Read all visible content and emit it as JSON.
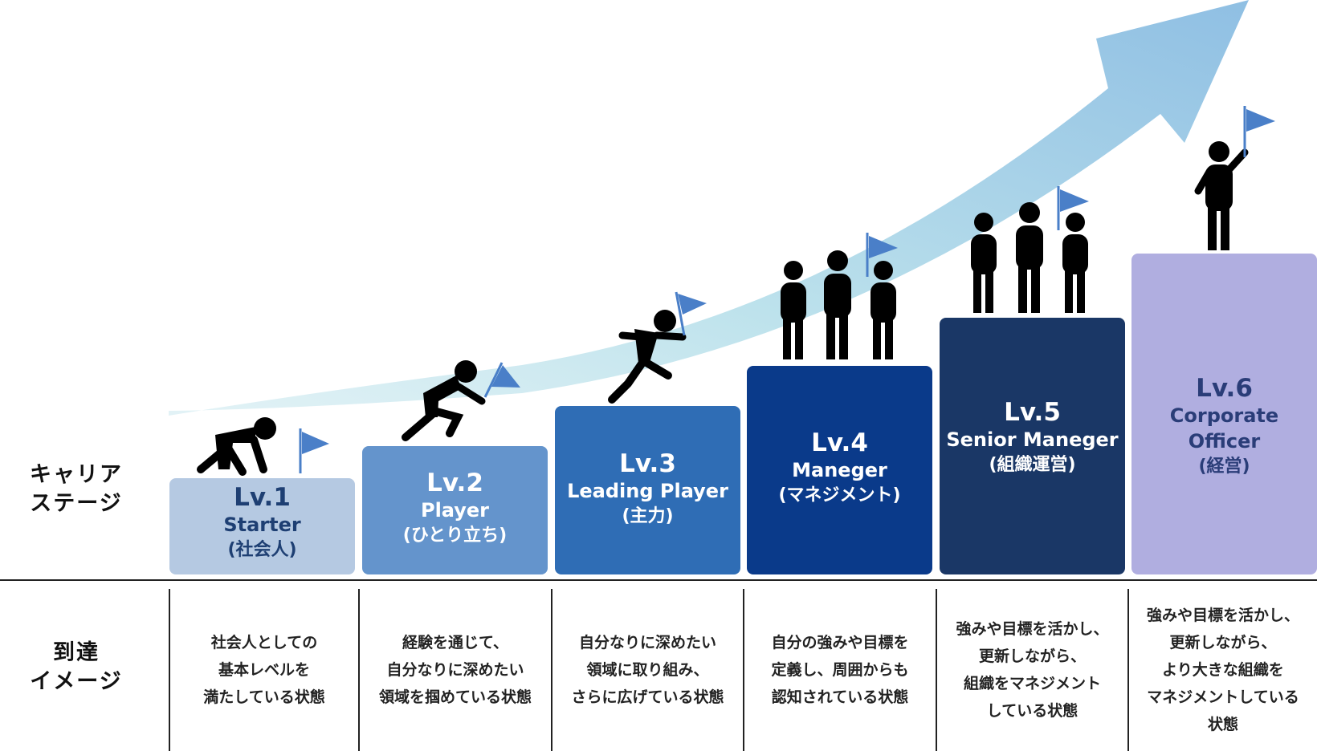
{
  "row_labels": {
    "career_stage": [
      "キャリア",
      "ステージ"
    ],
    "achievement_image": [
      "到達",
      "イメージ"
    ]
  },
  "levels": [
    {
      "lv": "Lv.1",
      "en": "Starter",
      "jp": "(社会人)",
      "desc": [
        "社会人としての",
        "基本レベルを",
        "満たしている状態"
      ]
    },
    {
      "lv": "Lv.2",
      "en": "Player",
      "jp": "(ひとり立ち)",
      "desc": [
        "経験を通じて、",
        "自分なりに深めたい",
        "領域を掴めている状態"
      ]
    },
    {
      "lv": "Lv.3",
      "en": "Leading Player",
      "jp": "(主力)",
      "desc": [
        "自分なりに深めたい",
        "領域に取り組み、",
        "さらに広げている状態"
      ]
    },
    {
      "lv": "Lv.4",
      "en": "Maneger",
      "jp": "(マネジメント)",
      "desc": [
        "自分の強みや目標を",
        "定義し、周囲からも",
        "認知されている状態"
      ]
    },
    {
      "lv": "Lv.5",
      "en": "Senior Maneger",
      "jp": "(組織運営)",
      "desc": [
        "強みや目標を活かし、",
        "更新しながら、",
        "組織をマネジメント",
        "している状態"
      ]
    },
    {
      "lv": "Lv.6",
      "en": "Corporate Officer",
      "jp": "(経営)",
      "desc": [
        "強みや目標を活かし、",
        "更新しながら、",
        "より大きな組織を",
        "マネジメントしている",
        "状態"
      ]
    }
  ],
  "colors": {
    "block_fills": [
      "#b5c9e2",
      "#6494cc",
      "#2f6db5",
      "#0a3a8a",
      "#1a3766",
      "#b0aee0"
    ],
    "block_text": [
      "#1e3f73",
      "#ffffff",
      "#ffffff",
      "#ffffff",
      "#ffffff",
      "#2a3d78"
    ],
    "arrow_start": "#cfeaf0",
    "arrow_end": "#8fbfe3",
    "flag": "#4a7fc8",
    "figure": "#000000"
  },
  "icons": [
    "crouching-runner-icon",
    "starting-runner-icon",
    "running-person-icon",
    "group-with-flag-icon",
    "group-with-flag-icon",
    "person-holding-flag-icon"
  ]
}
